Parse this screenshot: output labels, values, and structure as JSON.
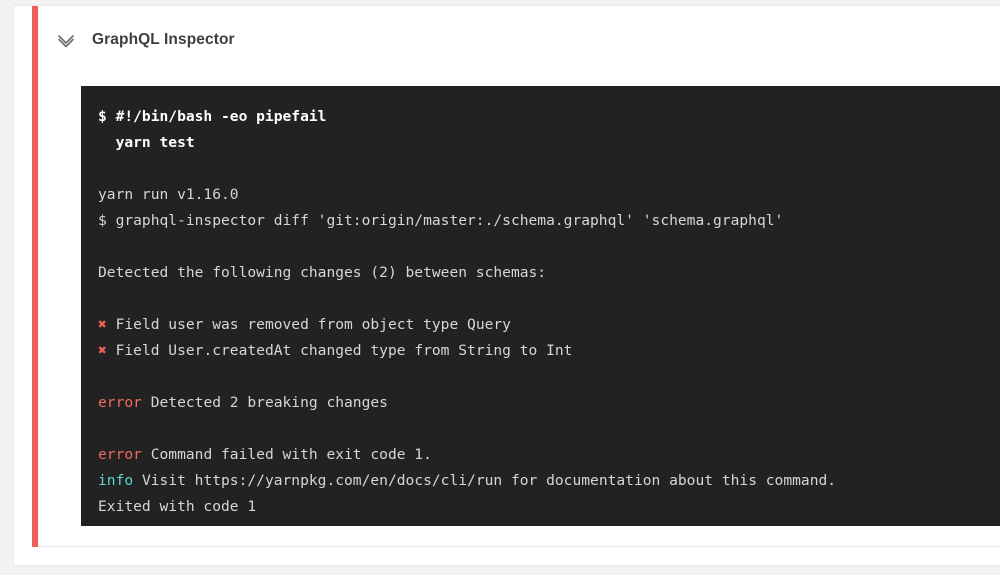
{
  "card": {
    "status_color": "#ec5f59",
    "background": "#ffffff"
  },
  "step": {
    "title": "GraphQL Inspector",
    "toggle_icon": "chevron-down-icon",
    "expanded": true
  },
  "terminal": {
    "background": "#222222",
    "text_color": "#d6d6d6",
    "error_color": "#ee6a62",
    "info_color": "#5ed2d4",
    "cross_color": "#ec5f59",
    "lines": [
      {
        "type": "command",
        "text": "$ #!/bin/bash -eo pipefail"
      },
      {
        "type": "command",
        "text": "  yarn test"
      },
      {
        "type": "blank",
        "text": ""
      },
      {
        "type": "output",
        "text": "yarn run v1.16.0"
      },
      {
        "type": "output",
        "text": "$ graphql-inspector diff 'git:origin/master:./schema.graphql' 'schema.graphql'"
      },
      {
        "type": "blank",
        "text": ""
      },
      {
        "type": "output",
        "text": "Detected the following changes (2) between schemas:"
      },
      {
        "type": "blank",
        "text": ""
      },
      {
        "type": "cross",
        "marker": "✖",
        "text": " Field user was removed from object type Query"
      },
      {
        "type": "cross",
        "marker": "✖",
        "text": " Field User.createdAt changed type from String to Int"
      },
      {
        "type": "blank",
        "text": ""
      },
      {
        "type": "error",
        "marker": "error",
        "text": " Detected 2 breaking changes"
      },
      {
        "type": "blank",
        "text": ""
      },
      {
        "type": "error",
        "marker": "error",
        "text": " Command failed with exit code 1."
      },
      {
        "type": "info",
        "marker": "info",
        "text": " Visit https://yarnpkg.com/en/docs/cli/run for documentation about this command."
      },
      {
        "type": "output",
        "text": "Exited with code 1"
      }
    ]
  }
}
